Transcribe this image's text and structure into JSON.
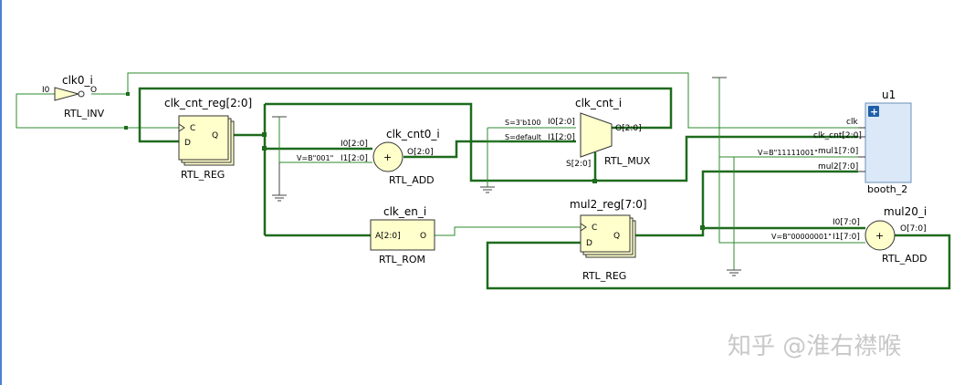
{
  "cells": {
    "inv": {
      "instance": "clk0_i",
      "type": "RTL_INV",
      "in": "I0",
      "out": "O"
    },
    "reg_cnt": {
      "instance": "clk_cnt_reg[2:0]",
      "type": "RTL_REG",
      "clk": "C",
      "d": "D",
      "q": "Q"
    },
    "add_cnt": {
      "instance": "clk_cnt0_i",
      "type": "RTL_ADD",
      "i0": "I0[2:0]",
      "i1": "I1[2:0]",
      "out": "O[2:0]",
      "symbol": "+",
      "const": "V=B\"001\""
    },
    "mux": {
      "instance": "clk_cnt_i",
      "type": "RTL_MUX",
      "i0": "I0[2:0]",
      "i1": "I1[2:0]",
      "out": "O[2:0]",
      "sel": "S[2:0]",
      "s0": "S=3'b100",
      "s1": "S=default"
    },
    "rom": {
      "instance": "clk_en_i",
      "type": "RTL_ROM",
      "a": "A[2:0]",
      "out": "O"
    },
    "reg_mul2": {
      "instance": "mul2_reg[7:0]",
      "type": "RTL_REG",
      "clk": "C",
      "d": "D",
      "q": "Q"
    },
    "booth": {
      "instance": "u1",
      "type": "booth_2",
      "plus": "+",
      "pins": [
        "clk",
        "clk_cnt[2:0]",
        "mul1[7:0]",
        "mul2[7:0]"
      ],
      "const_mul1": "V=B\"11111001\""
    },
    "add_mul2": {
      "instance": "mul20_i",
      "type": "RTL_ADD",
      "i0": "I0[7:0]",
      "i1": "I1[7:0]",
      "out": "O[7:0]",
      "symbol": "+",
      "const": "V=B\"00000001\""
    }
  },
  "watermark": "知乎 @淮右襟喉",
  "colors": {
    "wire": "#2e8b2e",
    "bus": "#1e6b1e",
    "cell_fill": "#ffffcc",
    "booth_fill": "#dbe8f7"
  }
}
